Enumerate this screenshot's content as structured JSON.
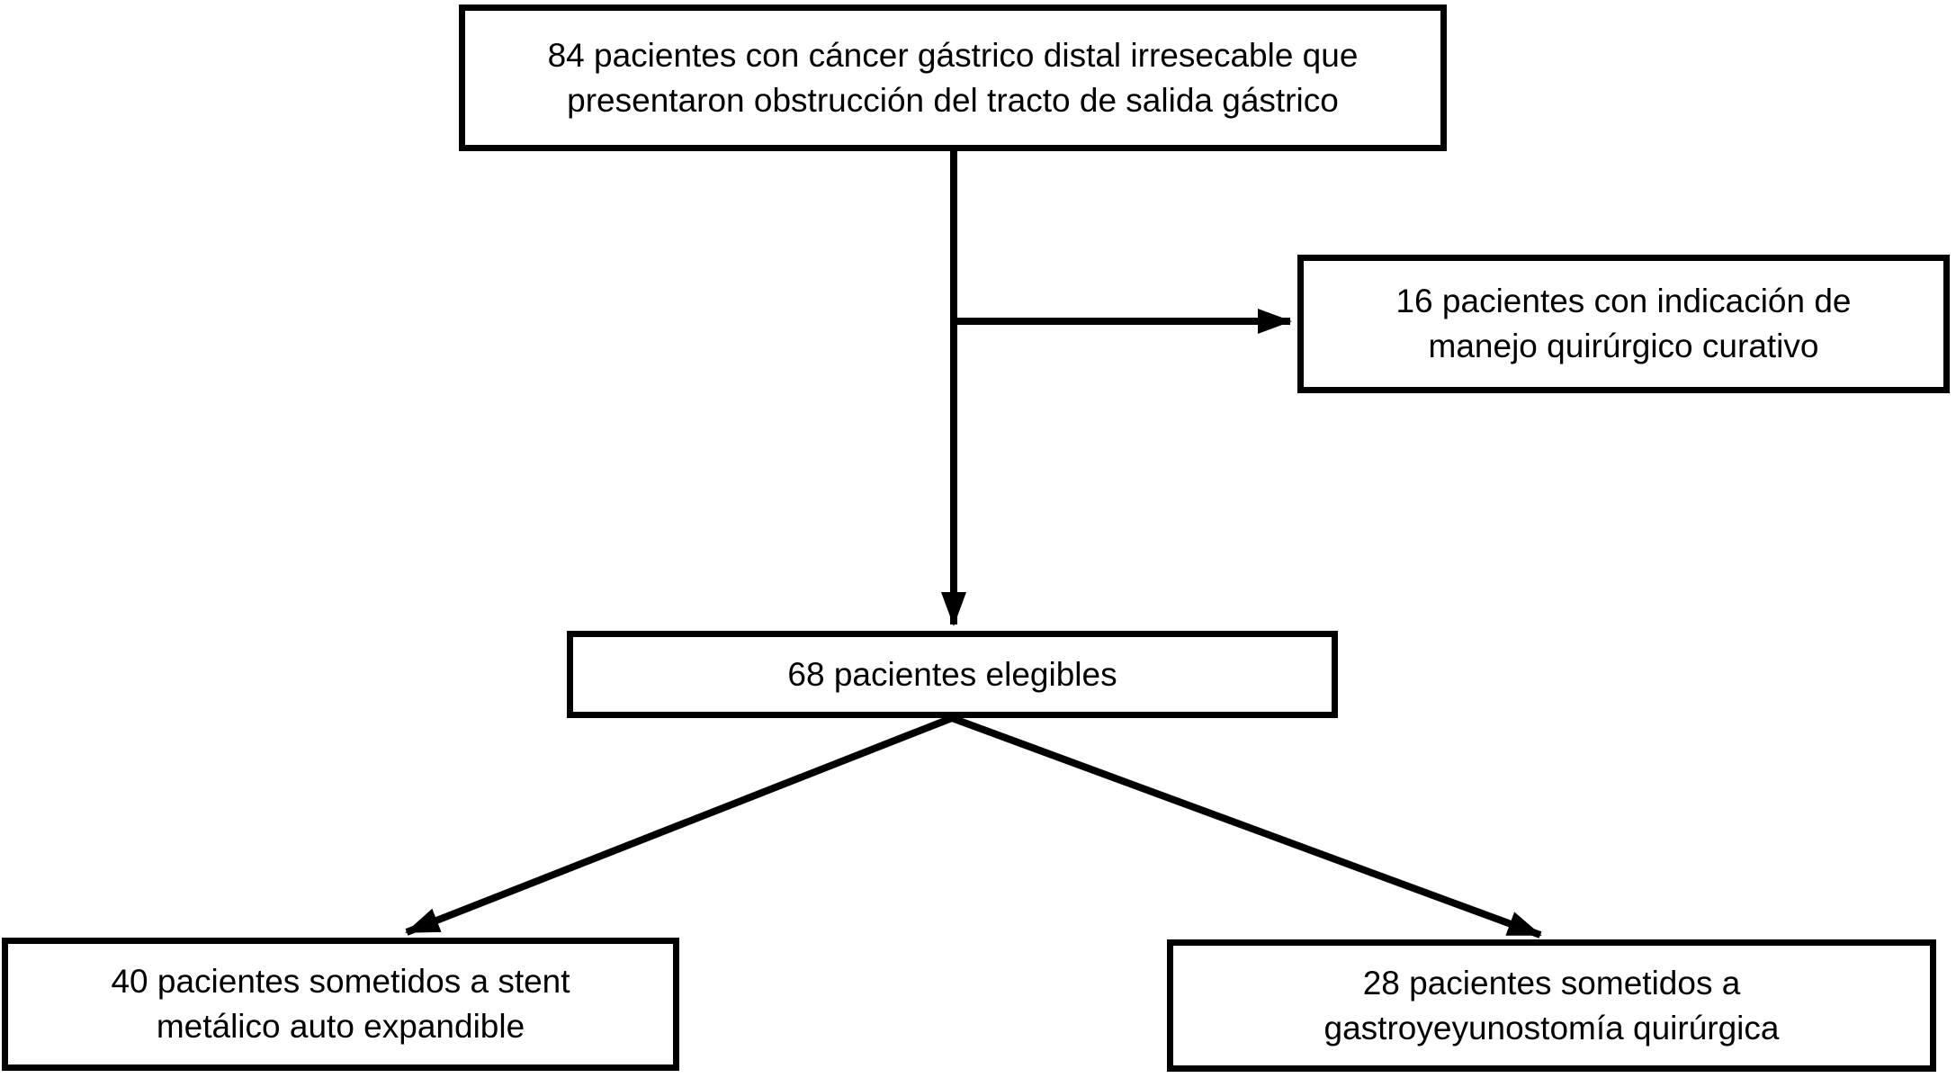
{
  "diagram": {
    "type": "flowchart",
    "language": "es",
    "background_color": "#ffffff",
    "box_border_color": "#000000",
    "box_fill_color": "#ffffff",
    "text_color": "#000000",
    "nodes": [
      {
        "id": "total",
        "count": 84,
        "text": "84 pacientes con cáncer gástrico distal irresecable que\npresentaron obstrucción del tracto de salida gástrico"
      },
      {
        "id": "excluded",
        "count": 16,
        "text": "16 pacientes con indicación de\nmanejo quirúrgico curativo"
      },
      {
        "id": "eligible",
        "count": 68,
        "text": "68 pacientes elegibles"
      },
      {
        "id": "stent",
        "count": 40,
        "text": "40 pacientes sometidos a stent\nmetálico auto expandible"
      },
      {
        "id": "surgery",
        "count": 28,
        "text": "28 pacientes sometidos a\ngastroyeyunostomía quirúrgica"
      }
    ],
    "edges": [
      {
        "from": "total",
        "to": "eligible"
      },
      {
        "from": "total",
        "to": "excluded"
      },
      {
        "from": "eligible",
        "to": "stent"
      },
      {
        "from": "eligible",
        "to": "surgery"
      }
    ]
  }
}
